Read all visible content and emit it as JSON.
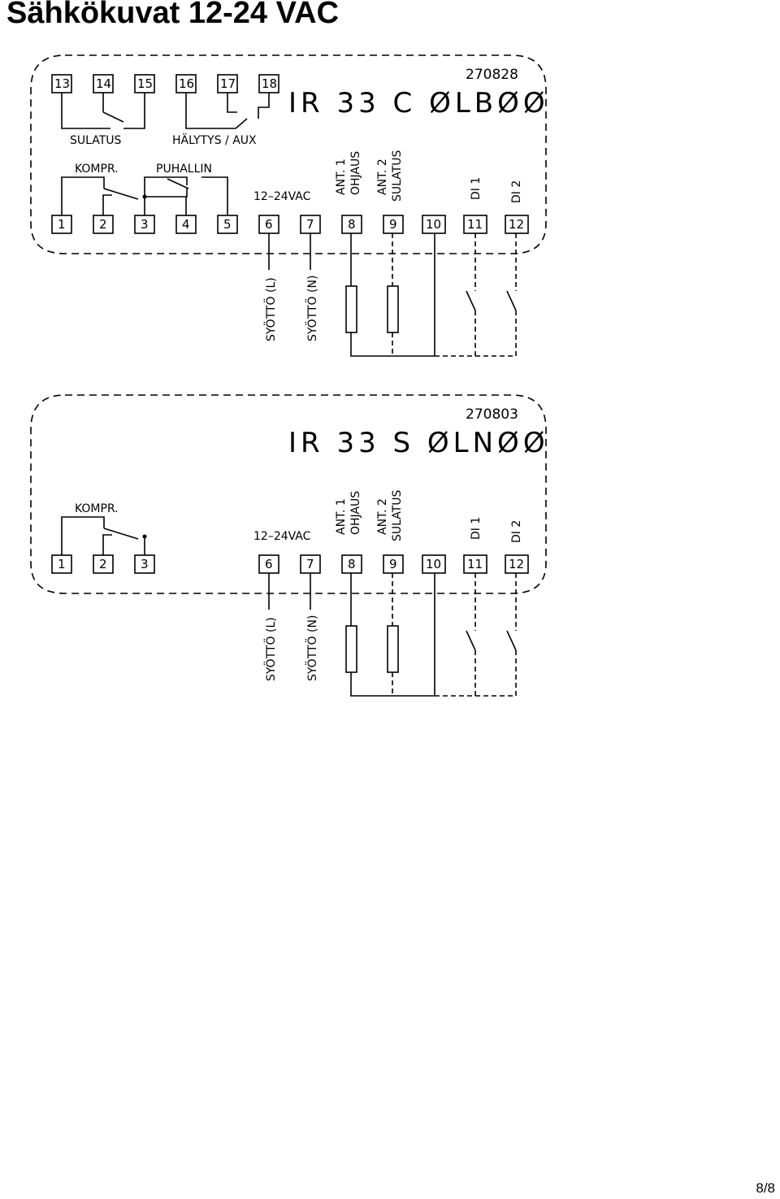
{
  "page": {
    "title": "Sähkökuvat 12-24 VAC",
    "page_number": "8/8"
  },
  "diagrams": [
    {
      "part_no": "270828",
      "model": "IR 33 C ØLBØØ",
      "top_terminals": [
        "13",
        "14",
        "15",
        "16",
        "17",
        "18"
      ],
      "labels": {
        "defrost": "SULATUS",
        "alarm": "HÄLYTYS / AUX",
        "compressor": "KOMPR.",
        "fan": "PUHALLIN",
        "supply": "12–24VAC",
        "probe1": "ANT. 1",
        "probe1_sub": "OHJAUS",
        "probe2": "ANT. 2",
        "probe2_sub": "SULATUS",
        "di1": "DI 1",
        "di2": "DI 2",
        "feed_l": "SYÖTTÖ (L)",
        "feed_n": "SYÖTTÖ (N)"
      },
      "bottom_terminals": [
        "1",
        "2",
        "3",
        "4",
        "5",
        "6",
        "7",
        "8",
        "9",
        "10",
        "11",
        "12"
      ]
    },
    {
      "part_no": "270803",
      "model": "IR 33 S ØLNØØ",
      "labels": {
        "compressor": "KOMPR.",
        "supply": "12–24VAC",
        "probe1": "ANT. 1",
        "probe1_sub": "OHJAUS",
        "probe2": "ANT. 2",
        "probe2_sub": "SULATUS",
        "di1": "DI 1",
        "di2": "DI 2",
        "feed_l": "SYÖTTÖ (L)",
        "feed_n": "SYÖTTÖ (N)"
      },
      "bottom_terminals": [
        "1",
        "2",
        "3",
        "6",
        "7",
        "8",
        "9",
        "10",
        "11",
        "12"
      ]
    }
  ]
}
